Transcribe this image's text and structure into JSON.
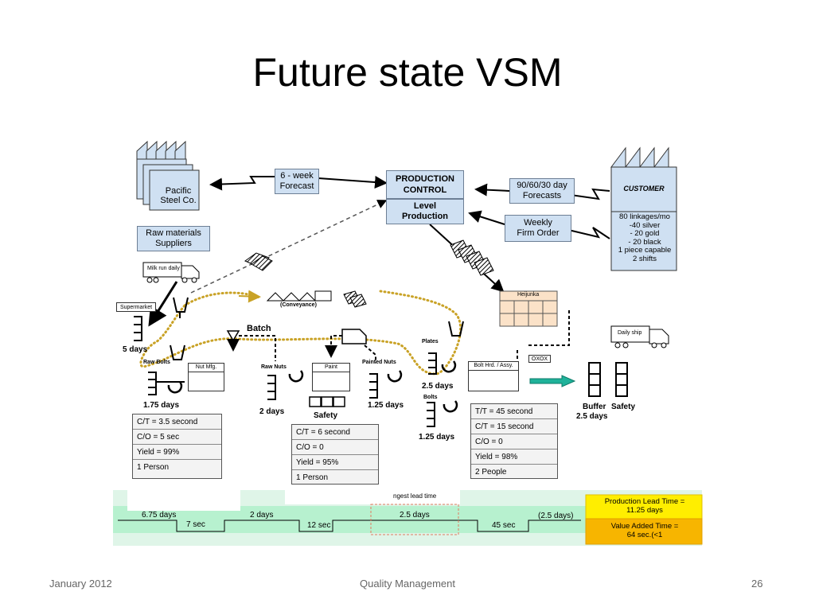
{
  "slide": {
    "title": "Future state VSM",
    "footer_left": "January 2012",
    "footer_center": "Quality Management",
    "footer_right": "26"
  },
  "vsm": {
    "supplier": "Pacific\nSteel Co.",
    "raw_materials": "Raw materials\nSuppliers",
    "forecast_6wk": "6 - week\nForecast",
    "production_control": "PRODUCTION\nCONTROL",
    "level_production": "Level\nProduction",
    "forecast_90": "90/60/30 day\nForecasts",
    "weekly_order": "Weekly\nFirm Order",
    "customer_title": "CUSTOMER",
    "customer_info": "80 linkages/mo\n -40 silver\n - 20 gold\n - 20 black\n1 piece capable\n2 shifts",
    "milk_run": "Milk run daily",
    "daily_ship": "Daily ship",
    "supermarket": "Supermarket",
    "conveyance": "(Conveyance)",
    "batch": "Batch",
    "heijunka": "Heijunka",
    "oxox": "OXOX",
    "safety_label": "Safety",
    "plates": "Plates",
    "bolts": "Bolts",
    "raw_bolts": "Raw Bolts",
    "raw_nuts": "Raw Nuts",
    "painted_nuts": "Painted Nuts",
    "buffer": "Buffer",
    "safety": "Safety",
    "inv_5days": "5 days",
    "inv_175": "1.75 days",
    "inv_2days": "2 days",
    "inv_125a": "1.25 days",
    "inv_25": "2.5 days",
    "inv_125b": "1.25 days",
    "inv_buffer": "2.5 days",
    "process_nut": "Nut Mfg.",
    "process_paint": "Paint",
    "process_bolt": "Bolt Hrd. / Assy."
  },
  "data_boxes": {
    "nut": [
      "C/T = 3.5 second",
      "C/O = 5 sec",
      "Yield = 99%",
      "1 Person"
    ],
    "paint": [
      "C/T = 6 second",
      "C/O = 0",
      "Yield = 95%",
      "1 Person"
    ],
    "bolt": [
      "T/T = 45 second",
      "C/T = 15 second",
      "C/O = 0",
      "Yield = 98%",
      "2 People"
    ]
  },
  "timeline": {
    "longest": "ngest lead time",
    "d1": "6.75 days",
    "d2": "2 days",
    "d3": "2.5 days",
    "d4": "(2.5 days)",
    "t1": "7 sec",
    "t2": "12 sec",
    "t3": "45 sec",
    "plt": "Production Lead Time =\n11.25 days",
    "vat": "Value Added Time =\n64 sec.(<1"
  }
}
